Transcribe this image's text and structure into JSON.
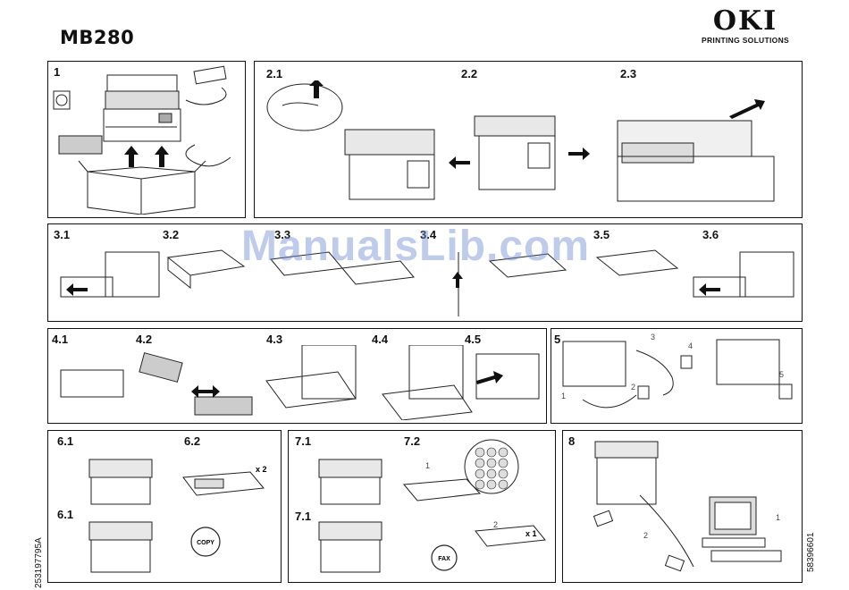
{
  "header": {
    "model": "MB280",
    "brand_logo": "OKI",
    "brand_tagline": "PRINTING SOLUTIONS"
  },
  "watermark": "ManualsLib.com",
  "codes": {
    "left_vertical": "253197795A",
    "right_vertical": "58396601"
  },
  "panels": [
    {
      "id": "p1",
      "steps": [
        "1"
      ]
    },
    {
      "id": "p2",
      "steps": [
        "2.1",
        "2.2",
        "2.3"
      ]
    },
    {
      "id": "p3",
      "steps": [
        "3.1",
        "3.2",
        "3.3",
        "3.4",
        "3.5",
        "3.6"
      ]
    },
    {
      "id": "p4",
      "steps": [
        "4.1",
        "4.2",
        "4.3",
        "4.4",
        "4.5"
      ]
    },
    {
      "id": "p5",
      "steps": [
        "5"
      ]
    },
    {
      "id": "p6",
      "steps": [
        "6.1",
        "6.2",
        "6.1"
      ]
    },
    {
      "id": "p7",
      "steps": [
        "7.1",
        "7.2",
        "7.1"
      ]
    },
    {
      "id": "p8",
      "steps": [
        "8"
      ]
    }
  ],
  "callouts": {
    "copy_button": "COPY",
    "fax_button": "FAX",
    "times_two": "x 2",
    "times_one": "x 1",
    "num_1": "1",
    "num_2": "2",
    "num_3": "3",
    "num_4": "4",
    "num_5": "5"
  },
  "icons": [
    "printer-icon",
    "arrow-icon",
    "box-icon",
    "cable-icon",
    "hand-icon",
    "computer-icon",
    "keypad-icon",
    "toner-cartridge-icon"
  ]
}
